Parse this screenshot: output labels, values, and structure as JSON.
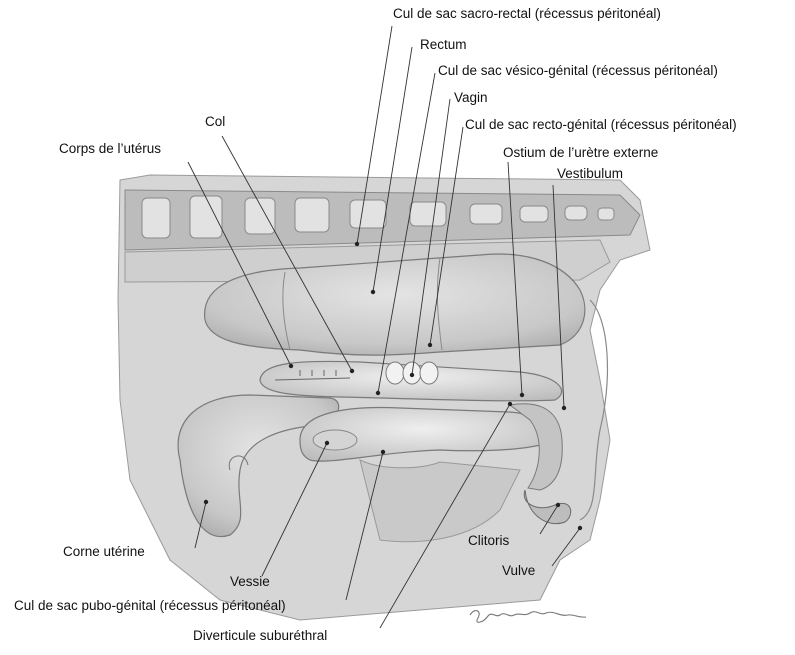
{
  "labels": {
    "cul_de_sac_sacro_rectal": "Cul de sac sacro-rectal (récessus péritonéal)",
    "rectum": "Rectum",
    "cul_de_sac_vesico_genital": "Cul de sac vésico-génital (récessus péritonéal)",
    "vagin": "Vagin",
    "cul_de_sac_recto_genital": "Cul de sac recto-génital (récessus péritonéal)",
    "col": "Col",
    "corps_uterus": "Corps de l’utérus",
    "ostium_uretre": "Ostium de l’urètre externe",
    "vestibulum": "Vestibulum",
    "corne_uterine": "Corne utérine",
    "vessie": "Vessie",
    "cul_de_sac_pubo_genital": "Cul de sac pubo-génital (récessus péritonéal)",
    "diverticule": "Diverticule suburéthral",
    "clitoris": "Clitoris",
    "vulve": "Vulve"
  },
  "signature": "Constant"
}
